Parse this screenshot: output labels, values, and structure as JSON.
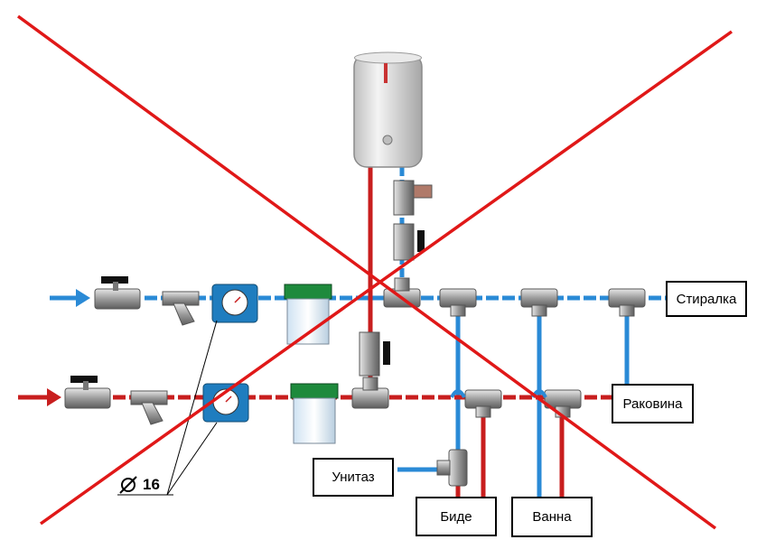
{
  "labels": {
    "washer": "Стиралка",
    "sink": "Раковина",
    "toilet": "Унитаз",
    "bidet": "Биде",
    "bath": "Ванна"
  },
  "diameter_note": "16",
  "colors": {
    "cold_pipe": "#2a8ad6",
    "hot_pipe": "#c81e1e",
    "cross_out": "#e01818",
    "fitting": "#9a9a9a"
  },
  "icons": {
    "heater": "boiler-icon",
    "valve": "ball-valve-icon",
    "strainer": "y-strainer-icon",
    "meter": "water-meter-icon",
    "filter": "cartridge-filter-icon",
    "tee": "tee-fitting-icon",
    "check": "check-valve-icon"
  }
}
